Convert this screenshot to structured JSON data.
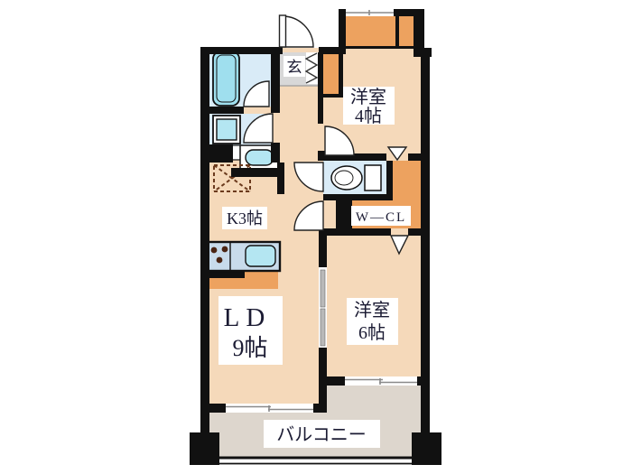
{
  "floorplan": {
    "type": "apartment-floor-plan",
    "labels": {
      "entrance": "玄",
      "room4_name": "洋室",
      "room4_size": "4帖",
      "wcl": "W—CL",
      "room6_name": "洋室",
      "room6_size": "6帖",
      "ld_name": "LD",
      "ld_size": "9帖",
      "kitchen": "K3帖",
      "balcony": "バルコニー"
    },
    "colors": {
      "wall": "#111111",
      "room_floor": "#f5d9ba",
      "closet": "#eda25f",
      "wet_floor": "#d9ebf7",
      "fixture_cyan": "#9fdfee",
      "entrance_floor": "#d8d8d8",
      "balcony_floor": "#ddd6cd",
      "kitchen_counter": "#c8dbeb",
      "burner_dot": "#4a2413",
      "label_text": "#1b1b33"
    },
    "fixtures": [
      "bathtub",
      "washbasin",
      "washing-machine-space",
      "toilet",
      "kitchen-counter",
      "kitchen-sink",
      "stove-burners",
      "refrigerator-space"
    ]
  }
}
